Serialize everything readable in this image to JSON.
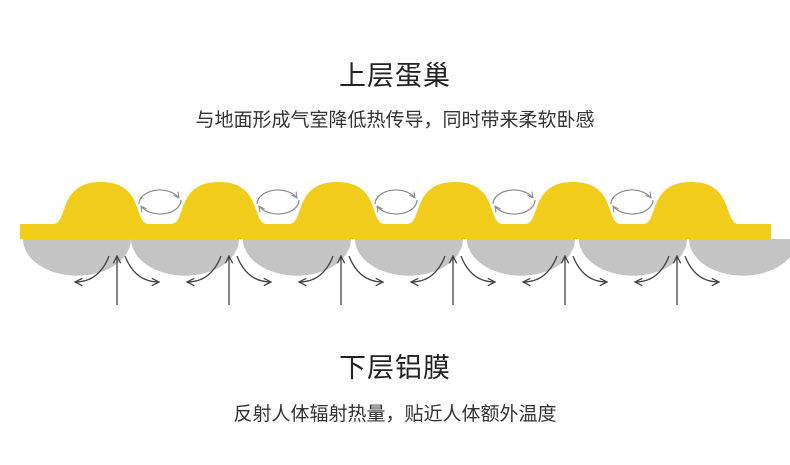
{
  "upper_layer": {
    "title": "上层蛋巢",
    "description": "与地面形成气室降低热传导，同时带来柔软卧感",
    "color": "#F2CC1A"
  },
  "lower_layer": {
    "title": "下层铝膜",
    "description": "反射人体辐射热量，贴近人体额外温度",
    "color": "#C4C4C4"
  },
  "arrow_color": "#444444"
}
